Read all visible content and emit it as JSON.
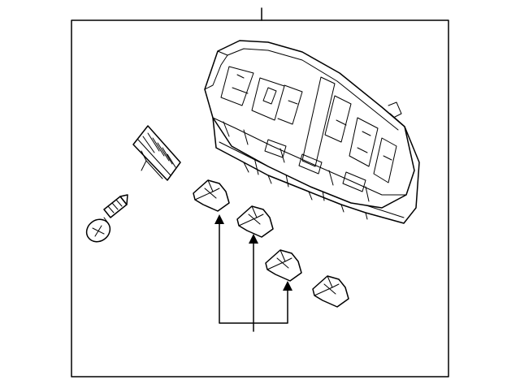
{
  "diagram": {
    "title": "",
    "labels": [],
    "parts": [
      {
        "part": "fuse-box-assembly"
      },
      {
        "part": "fuse-box-cover"
      },
      {
        "part": "screw"
      },
      {
        "part": "fuse-clip",
        "count": 4
      }
    ],
    "callout_group": {
      "arrows": 3,
      "target": "fuse-clip"
    }
  }
}
